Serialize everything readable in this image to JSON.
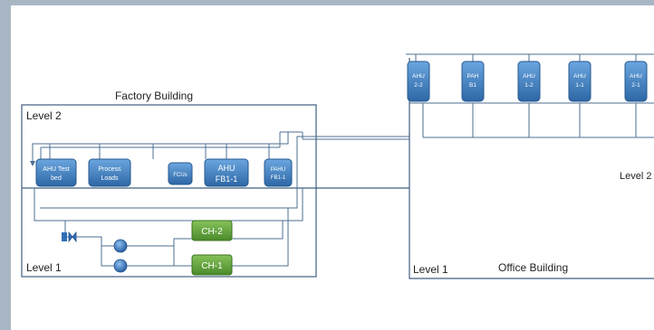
{
  "factory": {
    "title": "Factory Building",
    "level2": "Level 2",
    "level1": "Level 1",
    "units": [
      {
        "lines": [
          "AHU Test",
          "bed"
        ]
      },
      {
        "lines": [
          "Process",
          "Loads"
        ]
      },
      {
        "lines": [
          "FCUs"
        ]
      },
      {
        "lines": [
          "AHU",
          "FB1-1"
        ]
      },
      {
        "lines": [
          "PAHU",
          "FB1-1"
        ]
      }
    ],
    "chillers": [
      "CH-2",
      "CH-1"
    ]
  },
  "office": {
    "title": "Office Building",
    "level2": "Level 2",
    "level1": "Level 1",
    "units": [
      {
        "lines": [
          "AHU",
          "2-2"
        ]
      },
      {
        "lines": [
          "PAH",
          "B1"
        ]
      },
      {
        "lines": [
          "AHU",
          "1-2"
        ]
      },
      {
        "lines": [
          "AHU",
          "1-1"
        ]
      },
      {
        "lines": [
          "AHU",
          "2-1"
        ]
      }
    ]
  },
  "colors": {
    "unit_blue": "#3e7fc1",
    "unit_blue_dark": "#26588f",
    "chiller_green": "#5a9f35",
    "pump_blue": "#2f6fb8",
    "line": "#4c6f93",
    "frame": "#3f5f80"
  }
}
